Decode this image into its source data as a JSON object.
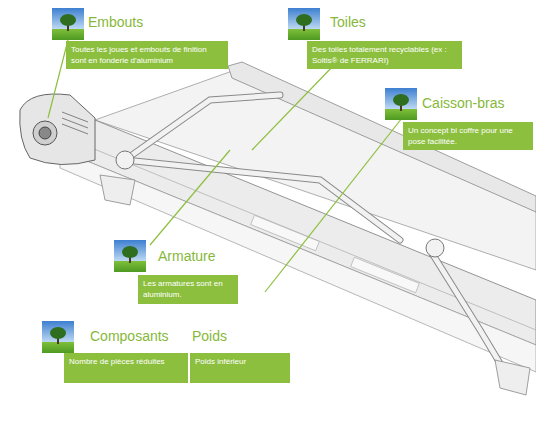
{
  "diagram": {
    "nodes": [
      {
        "text": [
          "Embouts",
          "Toutes les joues et embouts de finition sont en fonderie d'aluminium"
        ]
      },
      {
        "text": [
          "Toiles",
          "Des toiles totalement recyclables (ex : Soltis® de FERRARI)"
        ]
      },
      {
        "text": [
          "Caisson-bras",
          "Un concept bi coffre pour une pose facilitée."
        ]
      },
      {
        "text": [
          "Armature",
          "Les armatures sont en aluminium."
        ]
      },
      {
        "text": [
          "Composants",
          "Nombre de pièces réduites"
        ]
      },
      {
        "text": [
          "Poids",
          "Poids inférieur"
        ]
      }
    ]
  }
}
